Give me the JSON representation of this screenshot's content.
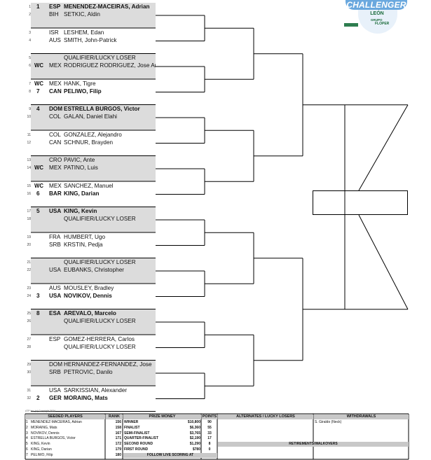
{
  "logo": {
    "badge": "CHALLENGER",
    "city": "LEÓN",
    "sponsor": "GRUPO",
    "sponsor2": "FLOPER"
  },
  "copyright": "ATP Inc. (c) Copyright 2024",
  "draw": [
    {
      "n": "1",
      "entry": "",
      "seed": "1",
      "country": "ESP",
      "name": "MENENDEZ-MACEIRAS, Adrian",
      "bold": true
    },
    {
      "n": "2",
      "entry": "",
      "seed": "",
      "country": "BIH",
      "name": "SETKIC, Aldin",
      "bold": false
    },
    {
      "n": "3",
      "entry": "",
      "seed": "",
      "country": "ISR",
      "name": "LESHEM, Edan",
      "bold": false
    },
    {
      "n": "4",
      "entry": "",
      "seed": "",
      "country": "AUS",
      "name": "SMITH, John-Patrick",
      "bold": false
    },
    {
      "n": "5",
      "entry": "",
      "seed": "",
      "country": "",
      "name": "QUALIFIER/LUCKY LOSER",
      "bold": false
    },
    {
      "n": "6",
      "entry": "WC",
      "seed": "",
      "country": "MEX",
      "name": "RODRIGUEZ RODRIGUEZ, Jose Andres",
      "bold": false
    },
    {
      "n": "7",
      "entry": "WC",
      "seed": "",
      "country": "MEX",
      "name": "HANK, Tigre",
      "bold": false
    },
    {
      "n": "8",
      "entry": "",
      "seed": "7",
      "country": "CAN",
      "name": "PELIWO, Filip",
      "bold": true
    },
    {
      "n": "9",
      "entry": "",
      "seed": "4",
      "country": "DOM",
      "name": "ESTRELLA BURGOS, Victor",
      "bold": true
    },
    {
      "n": "10",
      "entry": "",
      "seed": "",
      "country": "COL",
      "name": "GALAN, Daniel Elahi",
      "bold": false
    },
    {
      "n": "11",
      "entry": "",
      "seed": "",
      "country": "COL",
      "name": "GONZALEZ, Alejandro",
      "bold": false
    },
    {
      "n": "12",
      "entry": "",
      "seed": "",
      "country": "CAN",
      "name": "SCHNUR, Brayden",
      "bold": false
    },
    {
      "n": "13",
      "entry": "",
      "seed": "",
      "country": "CRO",
      "name": "PAVIC, Ante",
      "bold": false
    },
    {
      "n": "14",
      "entry": "WC",
      "seed": "",
      "country": "MEX",
      "name": "PATINO, Luis",
      "bold": false
    },
    {
      "n": "15",
      "entry": "WC",
      "seed": "",
      "country": "MEX",
      "name": "SANCHEZ, Manuel",
      "bold": false
    },
    {
      "n": "16",
      "entry": "",
      "seed": "6",
      "country": "BAR",
      "name": "KING, Darian",
      "bold": true
    },
    {
      "n": "17",
      "entry": "",
      "seed": "5",
      "country": "USA",
      "name": "KING, Kevin",
      "bold": true
    },
    {
      "n": "18",
      "entry": "",
      "seed": "",
      "country": "",
      "name": "QUALIFIER/LUCKY LOSER",
      "bold": false
    },
    {
      "n": "19",
      "entry": "",
      "seed": "",
      "country": "FRA",
      "name": "HUMBERT, Ugo",
      "bold": false
    },
    {
      "n": "20",
      "entry": "",
      "seed": "",
      "country": "SRB",
      "name": "KRSTIN, Pedja",
      "bold": false
    },
    {
      "n": "21",
      "entry": "",
      "seed": "",
      "country": "",
      "name": "QUALIFIER/LUCKY LOSER",
      "bold": false
    },
    {
      "n": "22",
      "entry": "",
      "seed": "",
      "country": "USA",
      "name": "EUBANKS, Christopher",
      "bold": false
    },
    {
      "n": "23",
      "entry": "",
      "seed": "",
      "country": "AUS",
      "name": "MOUSLEY, Bradley",
      "bold": false
    },
    {
      "n": "24",
      "entry": "",
      "seed": "3",
      "country": "USA",
      "name": "NOVIKOV, Dennis",
      "bold": true
    },
    {
      "n": "25",
      "entry": "",
      "seed": "8",
      "country": "ESA",
      "name": "AREVALO, Marcelo",
      "bold": true
    },
    {
      "n": "26",
      "entry": "",
      "seed": "",
      "country": "",
      "name": "QUALIFIER/LUCKY LOSER",
      "bold": false
    },
    {
      "n": "27",
      "entry": "",
      "seed": "",
      "country": "ESP",
      "name": "GOMEZ-HERRERA, Carlos",
      "bold": false
    },
    {
      "n": "28",
      "entry": "",
      "seed": "",
      "country": "",
      "name": "QUALIFIER/LUCKY LOSER",
      "bold": false
    },
    {
      "n": "29",
      "entry": "",
      "seed": "",
      "country": "DOM",
      "name": "HERNANDEZ-FERNANDEZ, Jose",
      "bold": false
    },
    {
      "n": "30",
      "entry": "",
      "seed": "",
      "country": "SRB",
      "name": "PETROVIC, Danilo",
      "bold": false
    },
    {
      "n": "31",
      "entry": "",
      "seed": "",
      "country": "USA",
      "name": "SARKISSIAN, Alexander",
      "bold": false
    },
    {
      "n": "32",
      "entry": "",
      "seed": "2",
      "country": "GER",
      "name": "MORAING, Mats",
      "bold": true
    }
  ],
  "table": {
    "headers": {
      "seeded": "SEEDED PLAYERS",
      "rank": "RANK",
      "prize": "PRIZE MONEY",
      "points": "POINTS",
      "alternates": "ALTERNATES / LUCKY LOSERS",
      "withdrawals": "WITHDRAWALS"
    },
    "seeds": [
      {
        "n": "1",
        "name": "MENENDEZ-MACEIRAS, Adrian",
        "rank": "156"
      },
      {
        "n": "2",
        "name": "MORAING, Mats",
        "rank": "158"
      },
      {
        "n": "3",
        "name": "NOVIKOV, Dennis",
        "rank": "167"
      },
      {
        "n": "4",
        "name": "ESTRELLA BURGOS, Victor",
        "rank": "171"
      },
      {
        "n": "5",
        "name": "KING, Kevin",
        "rank": "172"
      },
      {
        "n": "6",
        "name": "KING, Darian",
        "rank": "179"
      },
      {
        "n": "7",
        "name": "PELIWO, Filip",
        "rank": "180"
      }
    ],
    "prize": [
      {
        "round": "WINNER",
        "money": "$10,800",
        "points": "90"
      },
      {
        "round": "FINALIST",
        "money": "$6,360",
        "points": "55"
      },
      {
        "round": "SEMI-FINALIST",
        "money": "$3,765",
        "points": "33"
      },
      {
        "round": "QUARTER-FINALIST",
        "money": "$2,190",
        "points": "17"
      },
      {
        "round": "SECOND ROUND",
        "money": "$1,290",
        "points": "8"
      },
      {
        "round": "FIRST ROUND",
        "money": "$780",
        "points": "0"
      }
    ],
    "withdrawal": "S. Giraldo (Neck)",
    "retirements": "RETIREMENTS/WALKOVERS",
    "live": "FOLLOW LIVE SCORING AT"
  }
}
